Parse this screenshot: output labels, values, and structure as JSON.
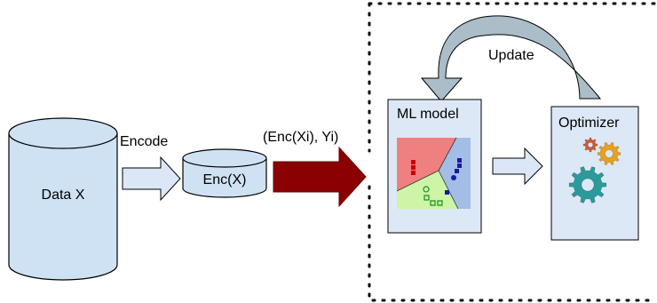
{
  "diagram": {
    "data_store": {
      "label": "Data X"
    },
    "encode_step": {
      "label": "Encode"
    },
    "encoded_store": {
      "label": "Enc(X)"
    },
    "transfer": {
      "label": "(Enc(Xi), Yi)"
    },
    "ml_model": {
      "label": "ML model"
    },
    "optimizer": {
      "label": "Optimizer"
    },
    "feedback": {
      "label": "Update"
    }
  },
  "colors": {
    "cylinder_fill": "#cfe2f3",
    "box_fill": "#dde8f6",
    "arrow_fill": "#dbe7f6",
    "big_arrow": "#8b0000",
    "update_arrow_fill": "#aabdc9",
    "region_red": "#f08080",
    "region_green": "#ccf5a8",
    "region_blue": "#a4bde6",
    "gear_teal": "#2a9a9a",
    "gear_orange": "#e8a020",
    "gear_red": "#cc5a3a"
  }
}
